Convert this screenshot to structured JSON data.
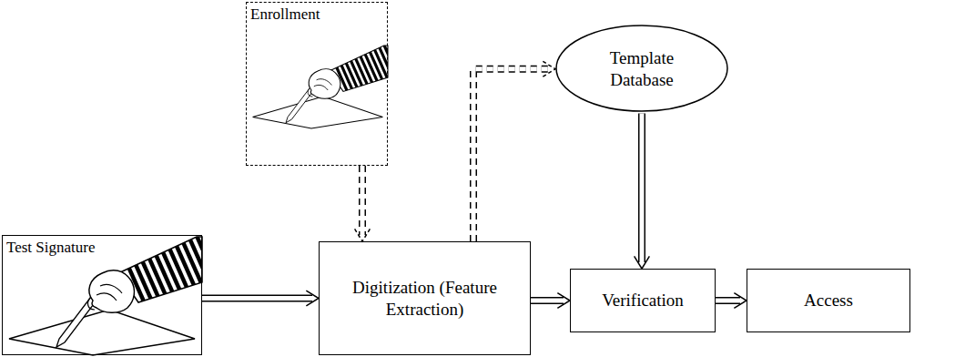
{
  "diagram": {
    "nodes": [
      {
        "text": [
          "Test Signature"
        ]
      },
      {
        "text": [
          "Enrollment"
        ]
      },
      {
        "text": [
          "Digitization (Feature Extraction)"
        ]
      },
      {
        "text": [
          "Template Database"
        ]
      },
      {
        "text": [
          "Verification"
        ]
      },
      {
        "text": [
          "Access"
        ]
      }
    ],
    "edges": [
      {
        "from": 0,
        "to": 2,
        "arrow": "to"
      },
      {
        "from": 1,
        "to": 2,
        "arrow": "to"
      },
      {
        "from": 2,
        "to": 3,
        "arrow": "to"
      },
      {
        "from": 3,
        "to": 4,
        "arrow": "to"
      },
      {
        "from": 2,
        "to": 4,
        "arrow": "to"
      },
      {
        "from": 4,
        "to": 5,
        "arrow": "to"
      }
    ]
  }
}
